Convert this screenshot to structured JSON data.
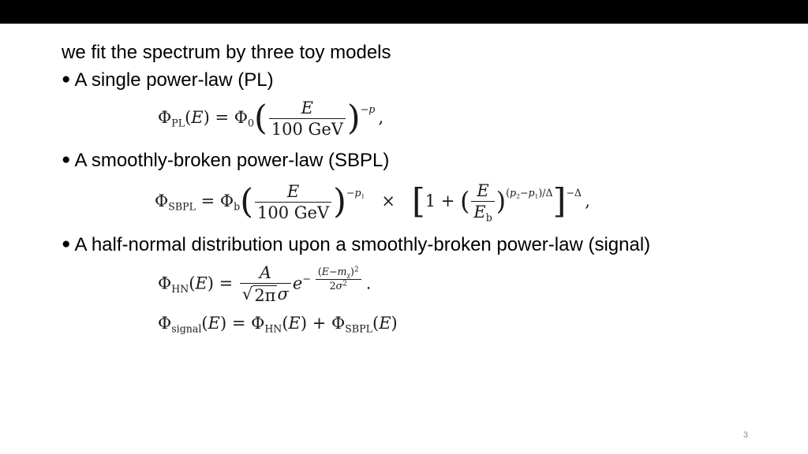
{
  "slide": {
    "title": "we fit the spectrum by three toy models",
    "bullet_glyph": "●",
    "bullets": [
      {
        "label": "A single power-law (PL)"
      },
      {
        "label": "A smoothly-broken power-law (SBPL)"
      },
      {
        "label": "A half-normal distribution upon a smoothly-broken power-law (signal)"
      }
    ],
    "page_number": "3"
  },
  "formulas": {
    "pl": [
      {
        "k": "txt",
        "v": "Φ"
      },
      {
        "k": "sub",
        "v": "PL"
      },
      {
        "k": "txt",
        "v": "("
      },
      {
        "k": "var",
        "v": "E"
      },
      {
        "k": "txt",
        "v": ") = Φ"
      },
      {
        "k": "sub",
        "v": "0"
      },
      {
        "k": "big",
        "v": "("
      },
      {
        "k": "frac",
        "num": [
          {
            "k": "var",
            "v": "E"
          }
        ],
        "den": [
          {
            "k": "txt",
            "v": "100 GeV"
          }
        ]
      },
      {
        "k": "big",
        "v": ")"
      },
      {
        "k": "sup",
        "toks": [
          {
            "k": "txt",
            "v": "−"
          },
          {
            "k": "var",
            "v": "p"
          }
        ]
      },
      {
        "k": "txt",
        "v": " ,"
      }
    ],
    "sbpl": [
      {
        "k": "txt",
        "v": "Φ"
      },
      {
        "k": "sub",
        "v": "SBPL"
      },
      {
        "k": "txt",
        "v": " = Φ"
      },
      {
        "k": "sub",
        "v": "b"
      },
      {
        "k": "big",
        "v": "("
      },
      {
        "k": "frac",
        "num": [
          {
            "k": "var",
            "v": "E"
          }
        ],
        "den": [
          {
            "k": "txt",
            "v": "100 GeV"
          }
        ]
      },
      {
        "k": "big",
        "v": ")"
      },
      {
        "k": "sup",
        "toks": [
          {
            "k": "txt",
            "v": "−"
          },
          {
            "k": "var",
            "v": "p"
          },
          {
            "k": "sub",
            "v": "1"
          }
        ]
      },
      {
        "k": "txt",
        "v": "  ×  "
      },
      {
        "k": "big",
        "v": "["
      },
      {
        "k": "txt",
        "v": "1 + "
      },
      {
        "k": "mid",
        "v": "("
      },
      {
        "k": "frac",
        "num": [
          {
            "k": "var",
            "v": "E"
          }
        ],
        "den": [
          {
            "k": "var",
            "v": "E"
          },
          {
            "k": "sub",
            "v": "b"
          }
        ]
      },
      {
        "k": "mid",
        "v": ")"
      },
      {
        "k": "sup",
        "toks": [
          {
            "k": "txt",
            "v": "("
          },
          {
            "k": "var",
            "v": "p"
          },
          {
            "k": "sub",
            "v": "2"
          },
          {
            "k": "txt",
            "v": "−"
          },
          {
            "k": "var",
            "v": "p"
          },
          {
            "k": "sub",
            "v": "1"
          },
          {
            "k": "txt",
            "v": ")/Δ"
          }
        ]
      },
      {
        "k": "big",
        "v": "]"
      },
      {
        "k": "sup",
        "toks": [
          {
            "k": "txt",
            "v": "−Δ"
          }
        ]
      },
      {
        "k": "txt",
        "v": " ,"
      }
    ],
    "hn": [
      {
        "k": "txt",
        "v": "Φ"
      },
      {
        "k": "sub",
        "v": "HN"
      },
      {
        "k": "txt",
        "v": "("
      },
      {
        "k": "var",
        "v": "E"
      },
      {
        "k": "txt",
        "v": ") = "
      },
      {
        "k": "frac",
        "num": [
          {
            "k": "var",
            "v": "A"
          }
        ],
        "den": [
          {
            "k": "sqrt",
            "toks": [
              {
                "k": "txt",
                "v": "2π"
              }
            ]
          },
          {
            "k": "var",
            "v": "σ"
          }
        ]
      },
      {
        "k": "var",
        "v": "e"
      },
      {
        "k": "esup",
        "toks": [
          {
            "k": "txt",
            "v": "− "
          },
          {
            "k": "frac",
            "num": [
              {
                "k": "txt",
                "v": "("
              },
              {
                "k": "var",
                "v": "E"
              },
              {
                "k": "txt",
                "v": "−"
              },
              {
                "k": "var",
                "v": "m"
              },
              {
                "k": "sub",
                "v": "χ"
              },
              {
                "k": "txt",
                "v": ")"
              },
              {
                "k": "ssup",
                "v": "2"
              }
            ],
            "den": [
              {
                "k": "txt",
                "v": "2"
              },
              {
                "k": "var",
                "v": "σ"
              },
              {
                "k": "ssup",
                "v": "2"
              }
            ]
          }
        ]
      },
      {
        "k": "txt",
        "v": " ."
      }
    ],
    "signal": [
      {
        "k": "txt",
        "v": "Φ"
      },
      {
        "k": "sub",
        "v": "signal"
      },
      {
        "k": "txt",
        "v": "("
      },
      {
        "k": "var",
        "v": "E"
      },
      {
        "k": "txt",
        "v": ") = Φ"
      },
      {
        "k": "sub",
        "v": "HN"
      },
      {
        "k": "txt",
        "v": "("
      },
      {
        "k": "var",
        "v": "E"
      },
      {
        "k": "txt",
        "v": ") + Φ"
      },
      {
        "k": "sub",
        "v": "SBPL"
      },
      {
        "k": "txt",
        "v": "("
      },
      {
        "k": "var",
        "v": "E"
      },
      {
        "k": "txt",
        "v": ")"
      }
    ]
  }
}
